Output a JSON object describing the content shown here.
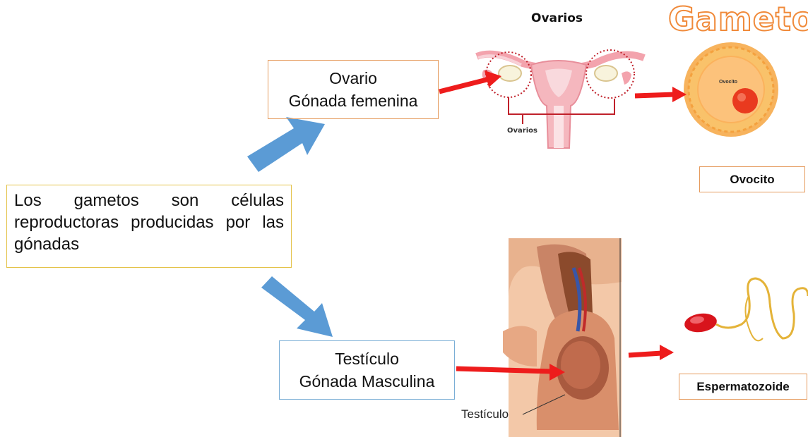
{
  "intro_text": "Los gametos son células reproductoras producidas por las gónadas",
  "ovario_box": {
    "line1": "Ovario",
    "line2": "Gónada femenina"
  },
  "testiculo_box": {
    "line1": "Testículo",
    "line2": "Gónada Masculina"
  },
  "ovarios_title": "Ovarios",
  "ovarios_label": "Ovarios",
  "gametos_title": "Gametos",
  "ovocito_cell_label": "Ovocito",
  "ovocito_box": "Ovocito",
  "espermatozoide_box": "Espermatozoide",
  "testiculo_label": "Testículo",
  "colors": {
    "blue_arrow": "#5b9bd5",
    "red_arrow": "#ee1c1c",
    "gametos_outline": "#f08a3a"
  }
}
